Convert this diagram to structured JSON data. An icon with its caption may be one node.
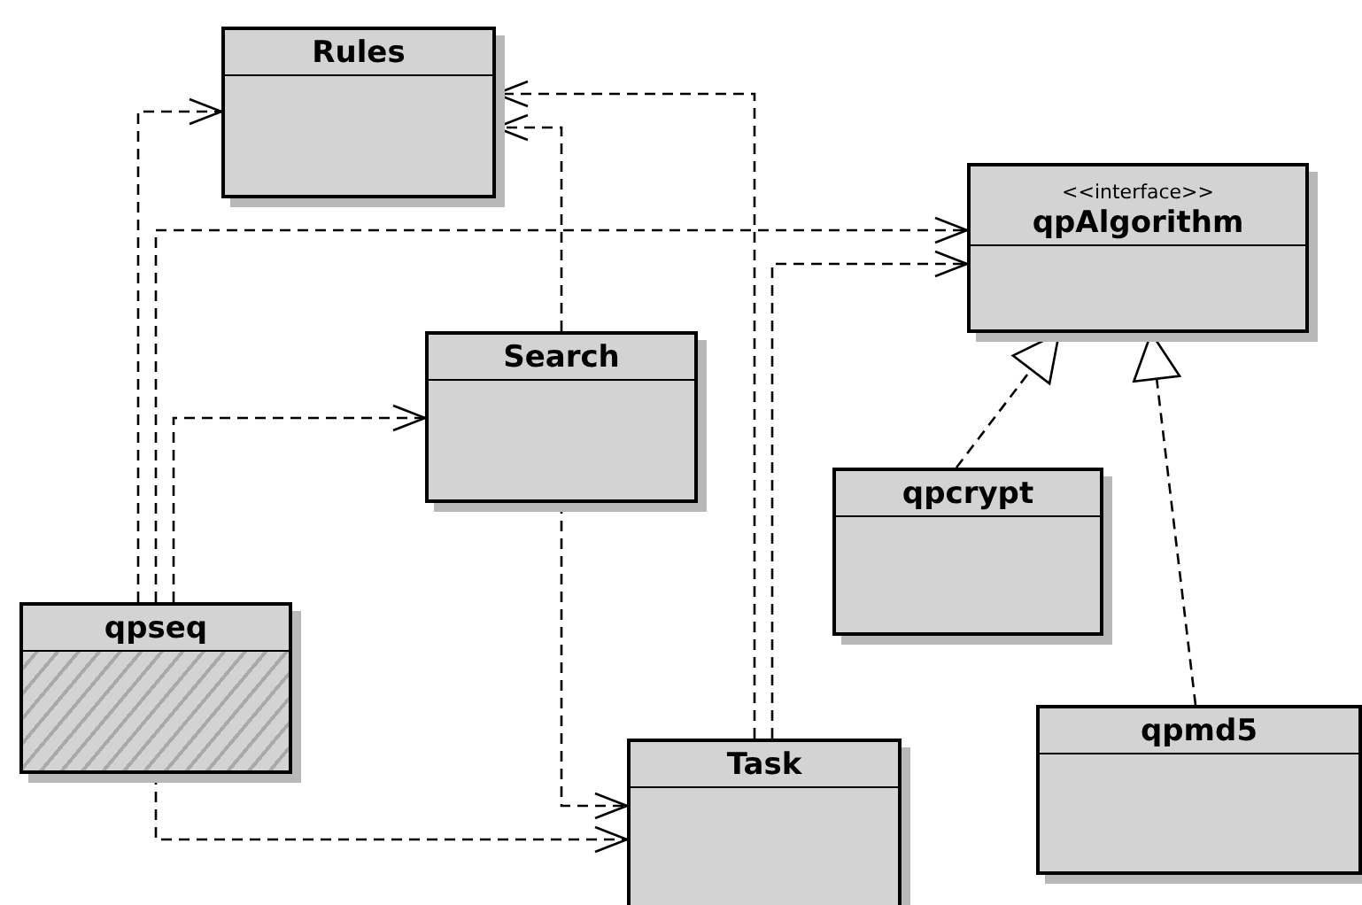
{
  "diagram": {
    "nodes": [
      {
        "text": [
          "Rules"
        ]
      },
      {
        "text": [
          "<<interface>>",
          "qpAlgorithm"
        ]
      },
      {
        "text": [
          "Search"
        ]
      },
      {
        "text": [
          "qpcrypt"
        ]
      },
      {
        "text": [
          "qpseq"
        ]
      },
      {
        "text": [
          "Task"
        ]
      },
      {
        "text": [
          "qpmd5"
        ]
      }
    ],
    "edges": [
      {
        "from": 4,
        "to": 0,
        "arrow": "to",
        "style": "dashed"
      },
      {
        "from": 4,
        "to": 1,
        "arrow": "to",
        "style": "dashed"
      },
      {
        "from": 4,
        "to": 2,
        "arrow": "to",
        "style": "dashed"
      },
      {
        "from": 4,
        "to": 5,
        "arrow": "to",
        "style": "dashed"
      },
      {
        "from": 2,
        "to": 0,
        "arrow": "to",
        "style": "dashed"
      },
      {
        "from": 2,
        "to": 5,
        "arrow": "to",
        "style": "dashed"
      },
      {
        "from": 5,
        "to": 0,
        "arrow": "to",
        "style": "dashed"
      },
      {
        "from": 5,
        "to": 1,
        "arrow": "to",
        "style": "dashed"
      },
      {
        "from": 3,
        "to": 1,
        "arrow": "to",
        "style": "dashed"
      },
      {
        "from": 6,
        "to": 1,
        "arrow": "to",
        "style": "dashed"
      }
    ]
  }
}
